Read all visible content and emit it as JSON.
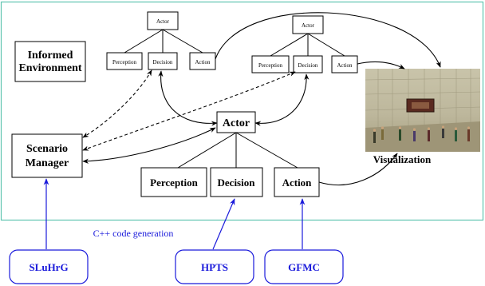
{
  "colors": {
    "frame": "#5fc4b0",
    "tool_blue": "#1a1adb",
    "ink": "#000000"
  },
  "informed_environment": {
    "line1": "Informed",
    "line2": "Environment"
  },
  "scenario_manager": {
    "line1": "Scenario",
    "line2": "Manager"
  },
  "actor_main": {
    "actor": "Actor",
    "perception": "Perception",
    "decision": "Decision",
    "action": "Action"
  },
  "actor_small_1": {
    "actor": "Actor",
    "perception": "Perception",
    "decision": "Decision",
    "action": "Action"
  },
  "actor_small_2": {
    "actor": "Actor",
    "perception": "Perception",
    "decision": "Decision",
    "action": "Action"
  },
  "visualization": {
    "label": "Visualization"
  },
  "codegen": {
    "label": "C++ code generation"
  },
  "tools": {
    "sluhrg": "SLuHrG",
    "hpts": "HPTS",
    "gfmc": "GFMC"
  }
}
